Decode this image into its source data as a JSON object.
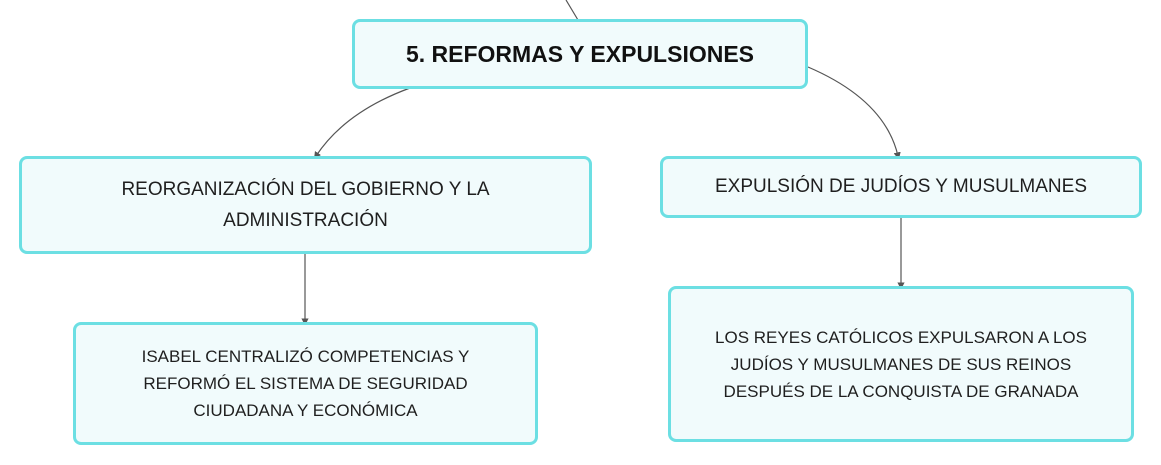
{
  "colors": {
    "node_border": "#6cdfe3",
    "node_fill": "#f1fbfc",
    "connector": "#555555",
    "text": "#1f1f1f"
  },
  "nodes": {
    "root": "5. REFORMAS Y EXPULSIONES",
    "left": "REORGANIZACIÓN DEL GOBIERNO Y LA ADMINISTRACIÓN",
    "right": "EXPULSIÓN DE JUDÍOS Y MUSULMANES",
    "left_child": "ISABEL CENTRALIZÓ COMPETENCIAS Y REFORMÓ EL SISTEMA DE SEGURIDAD CIUDADANA Y ECONÓMICA",
    "right_child": "LOS REYES CATÓLICOS EXPULSARON A LOS JUDÍOS Y MUSULMANES DE SUS REINOS DESPUÉS DE LA CONQUISTA DE GRANADA"
  }
}
